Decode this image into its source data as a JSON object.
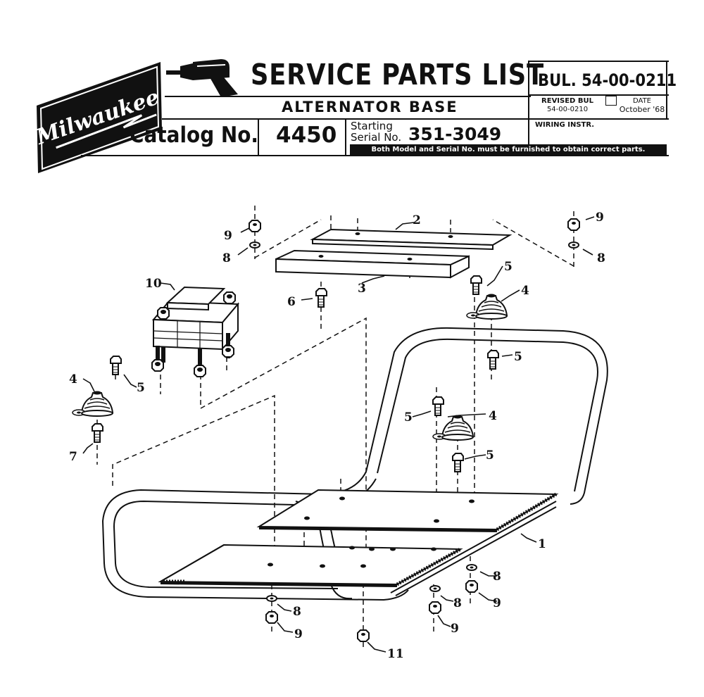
{
  "header": {
    "brand_logo_text": "Milwaukee",
    "title": "SERVICE PARTS LIST",
    "subtitle": "ALTERNATOR BASE",
    "catalog_label": "Catalog No.",
    "catalog_number": "4450",
    "starting_label": "Starting",
    "serial_label": "Serial No.",
    "serial_number": "351-3049",
    "bulletin": "BUL. 54-00-0211",
    "revised_label": "REVISED BUL",
    "revised_value": "54-00-0210",
    "date_label": "DATE",
    "date_value": "October '68",
    "wiring_label": "WIRING INSTR.",
    "notice": "Both Model and Serial No. must be furnished to obtain correct parts."
  },
  "callouts": {
    "c1": "1",
    "c2": "2",
    "c3": "3",
    "c4a": "4",
    "c4b": "4",
    "c4c": "4",
    "c5a": "5",
    "c5b": "5",
    "c5c": "5",
    "c5d": "5",
    "c5e": "5",
    "c6": "6",
    "c7": "7",
    "c8a": "8",
    "c8b": "8",
    "c8c": "8",
    "c8d": "8",
    "c8e": "8",
    "c9a": "9",
    "c9b": "9",
    "c9c": "9",
    "c9d": "9",
    "c9e": "9",
    "c10": "10",
    "c11": "11"
  },
  "colors": {
    "ink": "#111111",
    "paper": "#ffffff"
  }
}
